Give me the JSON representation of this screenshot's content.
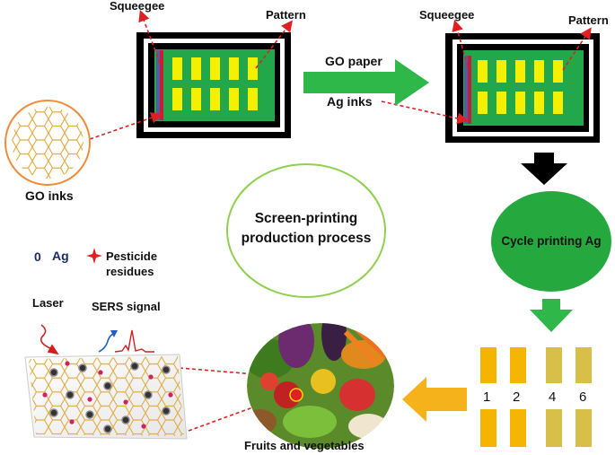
{
  "labels": {
    "squeegee_left": "Squeegee",
    "pattern_left": "Pattern",
    "squeegee_right": "Squeegee",
    "pattern_right": "Pattern",
    "go_paper": "GO paper",
    "ag_inks": "Ag inks",
    "go_inks": "GO inks",
    "process_title_line1": "Screen-printing",
    "process_title_line2": "production process",
    "cycle_printing": "Cycle printing Ag",
    "legend_ag_symbol": "0",
    "legend_ag": "Ag",
    "legend_pesticide_line1": "Pesticide",
    "legend_pesticide_line2": "residues",
    "laser": "Laser",
    "sers_signal": "SERS signal",
    "fruits_vegetables": "Fruits and vegetables"
  },
  "strip_numbers": [
    "1",
    "2",
    "4",
    "6"
  ],
  "colors": {
    "screen_green": "#22a84a",
    "pattern_yellow": "#f5f000",
    "arrow_green": "#2fb84a",
    "cycle_green": "#25a93f",
    "strip_orange": "#f4b400",
    "strip_tan": "#d8bf4a",
    "arrow_orange": "#f6b21a",
    "honeycomb": "#e0a83a",
    "red_dash": "#e02020",
    "process_circle": "#8fd14f"
  },
  "icons": [
    "squeegee-icon",
    "honeycomb-icon",
    "laser-arrow-icon",
    "sers-spectrum-icon",
    "pesticide-star-icon",
    "produce-image"
  ]
}
